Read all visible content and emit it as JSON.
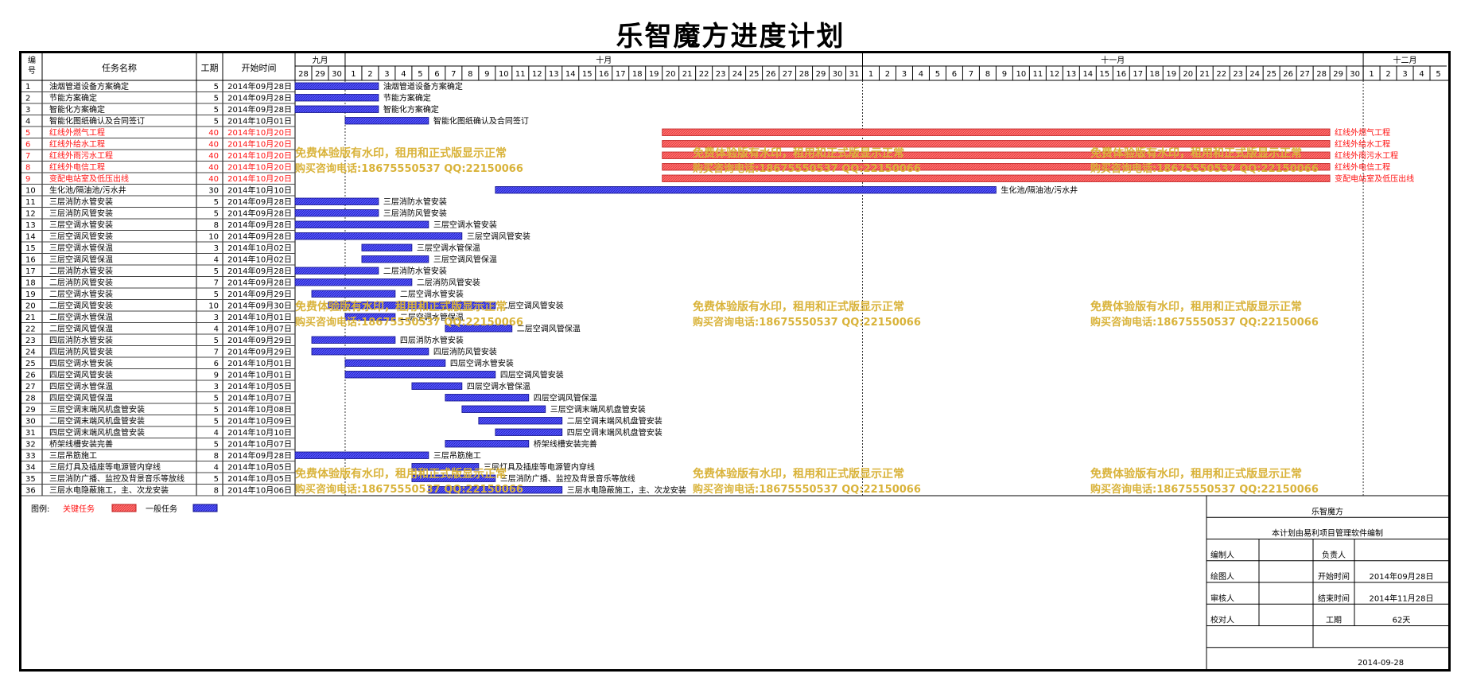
{
  "title": "乐智魔方进度计划",
  "header": {
    "num": "编号",
    "name": "任务名称",
    "dur": "工期",
    "start": "开始时间"
  },
  "months": [
    {
      "label": "九月",
      "days": [
        "28",
        "29",
        "30"
      ]
    },
    {
      "label": "十月",
      "days": [
        "1",
        "2",
        "3",
        "4",
        "5",
        "6",
        "7",
        "8",
        "9",
        "10",
        "11",
        "12",
        "13",
        "14",
        "15",
        "16",
        "17",
        "18",
        "19",
        "20",
        "21",
        "22",
        "23",
        "24",
        "25",
        "26",
        "27",
        "28",
        "29",
        "30",
        "31"
      ]
    },
    {
      "label": "十一月",
      "days": [
        "1",
        "2",
        "3",
        "4",
        "5",
        "6",
        "7",
        "8",
        "9",
        "10",
        "11",
        "12",
        "13",
        "14",
        "15",
        "16",
        "17",
        "18",
        "19",
        "20",
        "21",
        "22",
        "23",
        "24",
        "25",
        "26",
        "27",
        "28",
        "29",
        "30"
      ]
    },
    {
      "label": "十二月",
      "days": [
        "1",
        "2",
        "3",
        "4",
        "5"
      ]
    }
  ],
  "chart_data": {
    "type": "gantt",
    "timeline_start": "2014-09-28",
    "critical_color": "#ff6060",
    "normal_color": "#4040ee",
    "tasks": [
      {
        "id": "1",
        "name": "油烟管道设备方案确定",
        "dur": "5",
        "start": "2014年09月28日",
        "critical": false,
        "bar_start": "2014-09-28",
        "bar_days": 5
      },
      {
        "id": "2",
        "name": "节能方案确定",
        "dur": "5",
        "start": "2014年09月28日",
        "critical": false,
        "bar_start": "2014-09-28",
        "bar_days": 5
      },
      {
        "id": "3",
        "name": "智能化方案确定",
        "dur": "5",
        "start": "2014年09月28日",
        "critical": false,
        "bar_start": "2014-09-28",
        "bar_days": 5
      },
      {
        "id": "4",
        "name": "智能化图纸确认及合同签订",
        "dur": "5",
        "start": "2014年10月01日",
        "critical": false,
        "bar_start": "2014-10-01",
        "bar_days": 5
      },
      {
        "id": "5",
        "name": "红线外燃气工程",
        "dur": "40",
        "start": "2014年10月20日",
        "critical": true,
        "bar_start": "2014-10-20",
        "bar_days": 40
      },
      {
        "id": "6",
        "name": "红线外给水工程",
        "dur": "40",
        "start": "2014年10月20日",
        "critical": true,
        "bar_start": "2014-10-20",
        "bar_days": 40
      },
      {
        "id": "7",
        "name": "红线外雨污水工程",
        "dur": "40",
        "start": "2014年10月20日",
        "critical": true,
        "bar_start": "2014-10-20",
        "bar_days": 40
      },
      {
        "id": "8",
        "name": "红线外电信工程",
        "dur": "40",
        "start": "2014年10月20日",
        "critical": true,
        "bar_start": "2014-10-20",
        "bar_days": 40
      },
      {
        "id": "9",
        "name": "变配电站室及低压出线",
        "dur": "40",
        "start": "2014年10月20日",
        "critical": true,
        "bar_start": "2014-10-20",
        "bar_days": 40
      },
      {
        "id": "10",
        "name": "生化池/隔油池/污水井",
        "dur": "30",
        "start": "2014年10月10日",
        "critical": false,
        "bar_start": "2014-10-10",
        "bar_days": 30
      },
      {
        "id": "11",
        "name": "三层消防水管安装",
        "dur": "5",
        "start": "2014年09月28日",
        "critical": false,
        "bar_start": "2014-09-28",
        "bar_days": 5
      },
      {
        "id": "12",
        "name": "三层消防风管安装",
        "dur": "5",
        "start": "2014年09月28日",
        "critical": false,
        "bar_start": "2014-09-28",
        "bar_days": 5
      },
      {
        "id": "13",
        "name": "三层空调水管安装",
        "dur": "8",
        "start": "2014年09月28日",
        "critical": false,
        "bar_start": "2014-09-28",
        "bar_days": 8
      },
      {
        "id": "14",
        "name": "三层空调风管安装",
        "dur": "10",
        "start": "2014年09月28日",
        "critical": false,
        "bar_start": "2014-09-28",
        "bar_days": 10
      },
      {
        "id": "15",
        "name": "三层空调水管保温",
        "dur": "3",
        "start": "2014年10月02日",
        "critical": false,
        "bar_start": "2014-10-02",
        "bar_days": 3
      },
      {
        "id": "16",
        "name": "三层空调风管保温",
        "dur": "4",
        "start": "2014年10月02日",
        "critical": false,
        "bar_start": "2014-10-02",
        "bar_days": 4
      },
      {
        "id": "17",
        "name": "二层消防水管安装",
        "dur": "5",
        "start": "2014年09月28日",
        "critical": false,
        "bar_start": "2014-09-28",
        "bar_days": 5
      },
      {
        "id": "18",
        "name": "二层消防风管安装",
        "dur": "7",
        "start": "2014年09月28日",
        "critical": false,
        "bar_start": "2014-09-28",
        "bar_days": 7
      },
      {
        "id": "19",
        "name": "二层空调水管安装",
        "dur": "5",
        "start": "2014年09月29日",
        "critical": false,
        "bar_start": "2014-09-29",
        "bar_days": 5
      },
      {
        "id": "20",
        "name": "二层空调风管安装",
        "dur": "10",
        "start": "2014年09月30日",
        "critical": false,
        "bar_start": "2014-09-30",
        "bar_days": 10
      },
      {
        "id": "21",
        "name": "二层空调水管保温",
        "dur": "3",
        "start": "2014年10月01日",
        "critical": false,
        "bar_start": "2014-10-01",
        "bar_days": 3
      },
      {
        "id": "22",
        "name": "二层空调风管保温",
        "dur": "4",
        "start": "2014年10月07日",
        "critical": false,
        "bar_start": "2014-10-07",
        "bar_days": 4
      },
      {
        "id": "23",
        "name": "四层消防水管安装",
        "dur": "5",
        "start": "2014年09月29日",
        "critical": false,
        "bar_start": "2014-09-29",
        "bar_days": 5
      },
      {
        "id": "24",
        "name": "四层消防风管安装",
        "dur": "7",
        "start": "2014年09月29日",
        "critical": false,
        "bar_start": "2014-09-29",
        "bar_days": 7
      },
      {
        "id": "25",
        "name": "四层空调水管安装",
        "dur": "6",
        "start": "2014年10月01日",
        "critical": false,
        "bar_start": "2014-10-01",
        "bar_days": 6
      },
      {
        "id": "26",
        "name": "四层空调风管安装",
        "dur": "9",
        "start": "2014年10月01日",
        "critical": false,
        "bar_start": "2014-10-01",
        "bar_days": 9
      },
      {
        "id": "27",
        "name": "四层空调水管保温",
        "dur": "3",
        "start": "2014年10月05日",
        "critical": false,
        "bar_start": "2014-10-05",
        "bar_days": 3
      },
      {
        "id": "28",
        "name": "四层空调风管保温",
        "dur": "5",
        "start": "2014年10月07日",
        "critical": false,
        "bar_start": "2014-10-07",
        "bar_days": 5
      },
      {
        "id": "29",
        "name": "三层空调末端风机盘管安装",
        "dur": "5",
        "start": "2014年10月08日",
        "critical": false,
        "bar_start": "2014-10-08",
        "bar_days": 5
      },
      {
        "id": "30",
        "name": "二层空调末端风机盘管安装",
        "dur": "5",
        "start": "2014年10月09日",
        "critical": false,
        "bar_start": "2014-10-09",
        "bar_days": 5
      },
      {
        "id": "31",
        "name": "四层空调末端风机盘管安装",
        "dur": "4",
        "start": "2014年10月10日",
        "critical": false,
        "bar_start": "2014-10-10",
        "bar_days": 4
      },
      {
        "id": "32",
        "name": "桥架线槽安装完善",
        "dur": "5",
        "start": "2014年10月07日",
        "critical": false,
        "bar_start": "2014-10-07",
        "bar_days": 5
      },
      {
        "id": "33",
        "name": "三层吊筋施工",
        "dur": "8",
        "start": "2014年09月28日",
        "critical": false,
        "bar_start": "2014-09-28",
        "bar_days": 8
      },
      {
        "id": "34",
        "name": "三层灯具及插座等电源管内穿线",
        "dur": "4",
        "start": "2014年10月05日",
        "critical": false,
        "bar_start": "2014-10-05",
        "bar_days": 4
      },
      {
        "id": "35",
        "name": "三层消防广播、监控及背景音乐等放线",
        "dur": "5",
        "start": "2014年10月05日",
        "critical": false,
        "bar_start": "2014-10-05",
        "bar_days": 5
      },
      {
        "id": "36",
        "name": "三层水电隐蔽施工，主、次龙安装",
        "dur": "8",
        "start": "2014年10月06日",
        "critical": false,
        "bar_start": "2014-10-06",
        "bar_days": 8
      }
    ]
  },
  "legend": {
    "label": "图例:",
    "critical": "关键任务",
    "normal": "一般任务"
  },
  "watermark": {
    "line1": "免费体验版有水印，租用和正式版显示正常",
    "line2": "购买咨询电话:18675550537 QQ:22150066"
  },
  "titleblock": {
    "company": "乐智魔方",
    "note": "本计划由易利项目管理软件编制",
    "rows": [
      [
        "编制人",
        "",
        "负责人",
        ""
      ],
      [
        "绘图人",
        "",
        "开始时间",
        "2014年09月28日"
      ],
      [
        "审核人",
        "",
        "结束时间",
        "2014年11月28日"
      ],
      [
        "校对人",
        "",
        "工期",
        "62天"
      ]
    ],
    "date": "2014-09-28"
  }
}
